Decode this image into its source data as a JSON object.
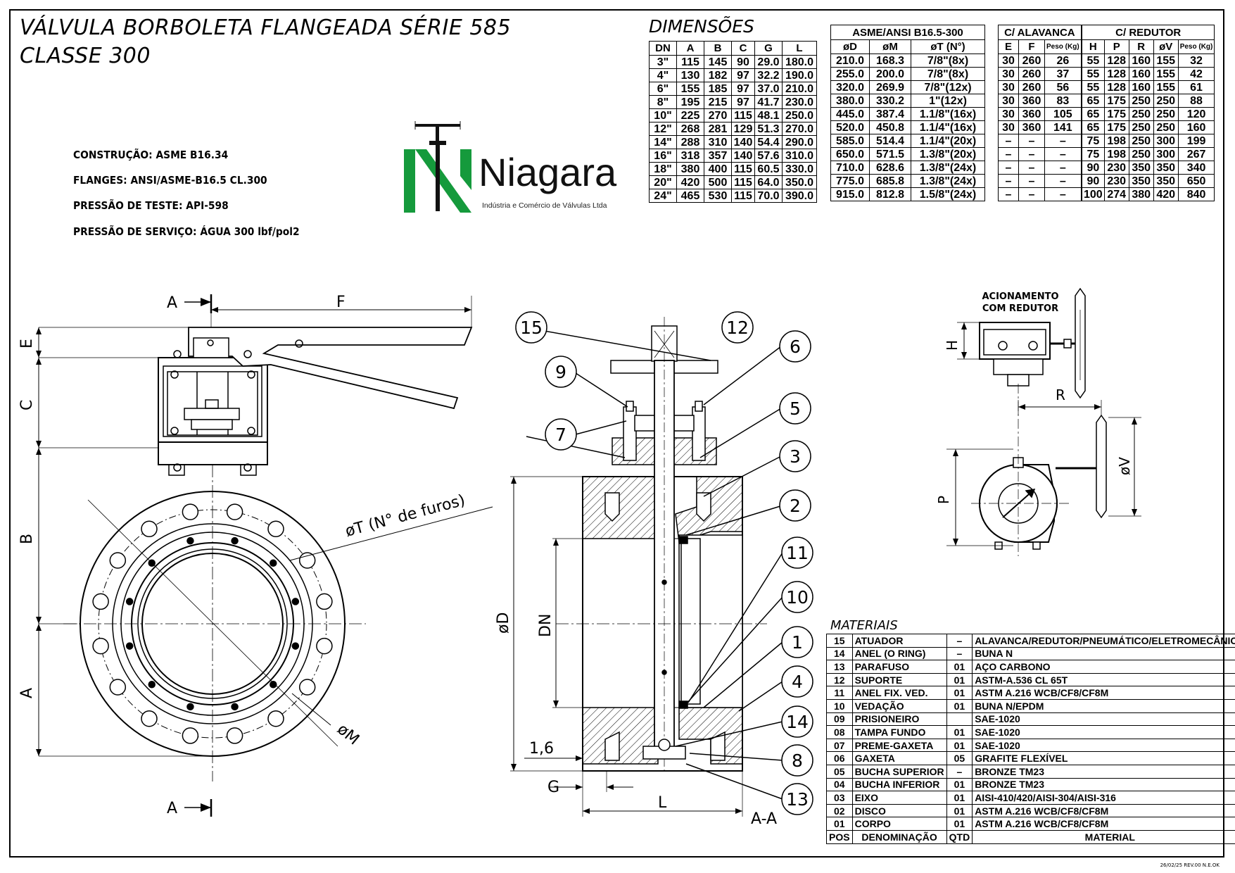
{
  "title": {
    "line1": "VÁLVULA BORBOLETA FLANGEADA SÉRIE 585",
    "line2": "CLASSE 300"
  },
  "specs": [
    "CONSTRUÇÃO: ASME B16.34",
    "FLANGES: ANSI/ASME-B16.5 CL.300",
    "PRESSÃO DE TESTE: API-598",
    "PRESSÃO DE SERVIÇO: ÁGUA 300 lbf/pol2"
  ],
  "logo": {
    "name": "Niagara",
    "subtitle": "Indústria e Comércio de Válvulas Ltda",
    "colors": {
      "green": "#159a3c",
      "dark": "#111111"
    }
  },
  "dimensions": {
    "title": "DIMENSÕES",
    "groups": [
      "ASME/ANSI B16.5-300",
      "C/ ALAVANCA",
      "C/ REDUTOR"
    ],
    "headers": [
      "DN",
      "A",
      "B",
      "C",
      "G",
      "L",
      "øD",
      "øM",
      "øT (N°)",
      "E",
      "F",
      "Peso (Kg)",
      "H",
      "P",
      "R",
      "øV",
      "Peso (Kg)"
    ],
    "rows": [
      [
        "3\"",
        "115",
        "145",
        "90",
        "29.0",
        "180.0",
        "210.0",
        "168.3",
        "7/8\"(8x)",
        "30",
        "260",
        "26",
        "55",
        "128",
        "160",
        "155",
        "32"
      ],
      [
        "4\"",
        "130",
        "182",
        "97",
        "32.2",
        "190.0",
        "255.0",
        "200.0",
        "7/8\"(8x)",
        "30",
        "260",
        "37",
        "55",
        "128",
        "160",
        "155",
        "42"
      ],
      [
        "6\"",
        "155",
        "185",
        "97",
        "37.0",
        "210.0",
        "320.0",
        "269.9",
        "7/8\"(12x)",
        "30",
        "260",
        "56",
        "55",
        "128",
        "160",
        "155",
        "61"
      ],
      [
        "8\"",
        "195",
        "215",
        "97",
        "41.7",
        "230.0",
        "380.0",
        "330.2",
        "1\"(12x)",
        "30",
        "360",
        "83",
        "65",
        "175",
        "250",
        "250",
        "88"
      ],
      [
        "10\"",
        "225",
        "270",
        "115",
        "48.1",
        "250.0",
        "445.0",
        "387.4",
        "1.1/8\"(16x)",
        "30",
        "360",
        "105",
        "65",
        "175",
        "250",
        "250",
        "120"
      ],
      [
        "12\"",
        "268",
        "281",
        "129",
        "51.3",
        "270.0",
        "520.0",
        "450.8",
        "1.1/4\"(16x)",
        "30",
        "360",
        "141",
        "65",
        "175",
        "250",
        "250",
        "160"
      ],
      [
        "14\"",
        "288",
        "310",
        "140",
        "54.4",
        "290.0",
        "585.0",
        "514.4",
        "1.1/4\"(20x)",
        "–",
        "–",
        "–",
        "75",
        "198",
        "250",
        "300",
        "199"
      ],
      [
        "16\"",
        "318",
        "357",
        "140",
        "57.6",
        "310.0",
        "650.0",
        "571.5",
        "1.3/8\"(20x)",
        "–",
        "–",
        "–",
        "75",
        "198",
        "250",
        "300",
        "267"
      ],
      [
        "18\"",
        "380",
        "400",
        "115",
        "60.5",
        "330.0",
        "710.0",
        "628.6",
        "1.3/8\"(24x)",
        "–",
        "–",
        "–",
        "90",
        "230",
        "350",
        "350",
        "340"
      ],
      [
        "20\"",
        "420",
        "500",
        "115",
        "64.0",
        "350.0",
        "775.0",
        "685.8",
        "1.3/8\"(24x)",
        "–",
        "–",
        "–",
        "90",
        "230",
        "350",
        "350",
        "650"
      ],
      [
        "24\"",
        "465",
        "530",
        "115",
        "70.0",
        "390.0",
        "915.0",
        "812.8",
        "1.5/8\"(24x)",
        "–",
        "–",
        "–",
        "100",
        "274",
        "380",
        "420",
        "840"
      ]
    ]
  },
  "materials": {
    "title": "MATERIAIS",
    "headers": [
      "POS",
      "DENOMINAÇÃO",
      "QTD",
      "MATERIAL"
    ],
    "rows": [
      [
        "15",
        "ATUADOR",
        "–",
        "ALAVANCA/REDUTOR/PNEUMÁTICO/ELETROMECÂNICO"
      ],
      [
        "14",
        "ANEL (O RING)",
        "–",
        "BUNA N"
      ],
      [
        "13",
        "PARAFUSO",
        "01",
        "AÇO CARBONO"
      ],
      [
        "12",
        "SUPORTE",
        "01",
        "ASTM-A.536 CL 65T"
      ],
      [
        "11",
        "ANEL FIX. VED.",
        "01",
        "ASTM A.216 WCB/CF8/CF8M"
      ],
      [
        "10",
        "VEDAÇÃO",
        "01",
        "BUNA N/EPDM"
      ],
      [
        "09",
        "PRISIONEIRO",
        "",
        "SAE-1020"
      ],
      [
        "08",
        "TAMPA FUNDO",
        "01",
        "SAE-1020"
      ],
      [
        "07",
        "PREME-GAXETA",
        "01",
        "SAE-1020"
      ],
      [
        "06",
        "GAXETA",
        "05",
        "GRAFITE FLEXÍVEL"
      ],
      [
        "05",
        "BUCHA SUPERIOR",
        "–",
        "BRONZE TM23"
      ],
      [
        "04",
        "BUCHA INFERIOR",
        "01",
        "BRONZE TM23"
      ],
      [
        "03",
        "EIXO",
        "01",
        "AISI-410/420/AISI-304/AISI-316"
      ],
      [
        "02",
        "DISCO",
        "01",
        "ASTM A.216 WCB/CF8/CF8M"
      ],
      [
        "01",
        "CORPO",
        "01",
        "ASTM A.216 WCB/CF8/CF8M"
      ]
    ]
  },
  "drawing": {
    "front_labels": {
      "section_mark": "A",
      "F": "F",
      "E": "E",
      "C": "C",
      "B": "B",
      "A": "A",
      "oT": "øT (N° de furos)",
      "oM": "øM"
    },
    "section_labels": {
      "oD": "øD",
      "DN": "DN",
      "G": "G",
      "L": "L",
      "t16": "1,6",
      "view": "A-A"
    },
    "balloons": [
      "15",
      "12",
      "6",
      "9",
      "5",
      "7",
      "3",
      "2",
      "11",
      "10",
      "1",
      "4",
      "14",
      "8",
      "13"
    ],
    "reducer": {
      "caption_line1": "ACIONAMENTO",
      "caption_line2": "COM REDUTOR",
      "H": "H",
      "R": "R",
      "P": "P",
      "oV": "øV"
    }
  },
  "revision": "26/02/25 REV.00 N.E.OK"
}
